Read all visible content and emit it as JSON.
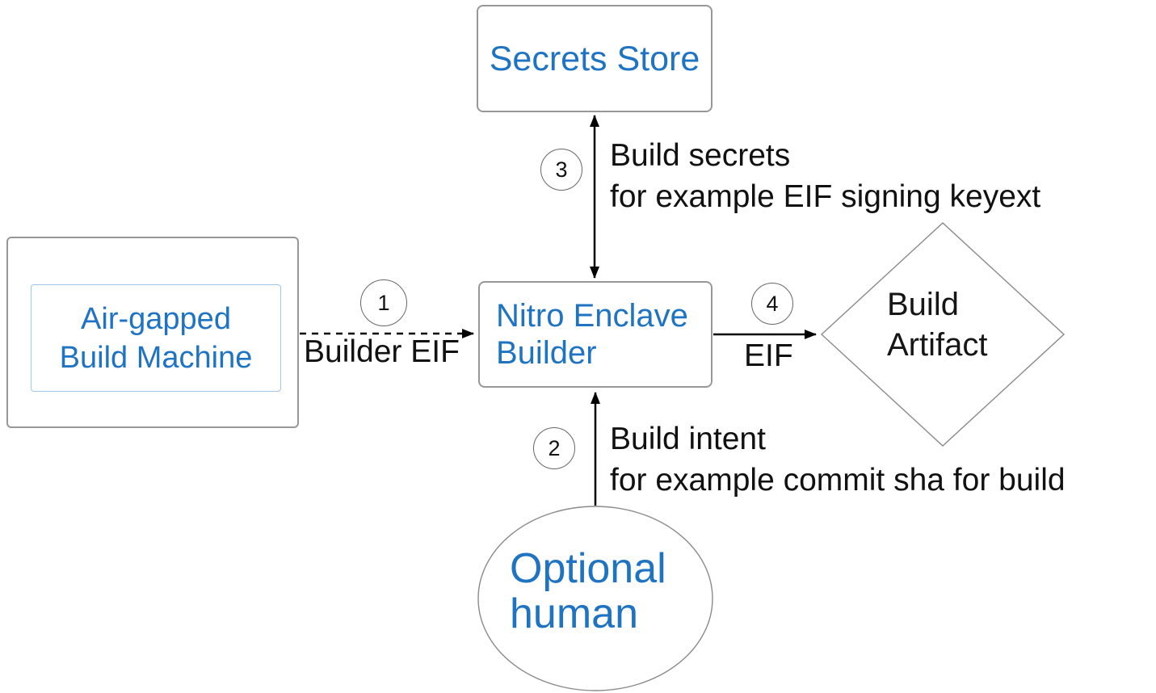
{
  "diagram": {
    "nodes": {
      "secrets_store": {
        "label": "Secrets Store",
        "shape": "rounded-rect"
      },
      "air_gapped": {
        "label": "Air-gapped\nBuild Machine",
        "shape": "nested-rect"
      },
      "nitro_builder": {
        "label": "Nitro Enclave\nBuilder",
        "shape": "rounded-rect"
      },
      "build_artifact": {
        "label": "Build\nArtifact",
        "shape": "diamond"
      },
      "optional_human": {
        "label": "Optional\nhuman",
        "shape": "ellipse"
      }
    },
    "edges": [
      {
        "number": "1",
        "label": "Builder EIF",
        "from": "air_gapped",
        "to": "nitro_builder",
        "style": "dashed",
        "direction": "one-way"
      },
      {
        "number": "2",
        "label": "Build intent\nfor example commit sha for build",
        "from": "optional_human",
        "to": "nitro_builder",
        "style": "solid",
        "direction": "one-way"
      },
      {
        "number": "3",
        "label": "Build secrets\nfor example EIF signing keyext",
        "from": "nitro_builder",
        "to": "secrets_store",
        "style": "solid",
        "direction": "two-way"
      },
      {
        "number": "4",
        "label": "EIF",
        "from": "nitro_builder",
        "to": "build_artifact",
        "style": "solid",
        "direction": "one-way"
      }
    ],
    "colors": {
      "node_text_blue": "#1f73c3",
      "label_text_black": "#111111",
      "box_border_gray": "#979797",
      "shape_stroke_gray": "#8a8a8a",
      "inner_border_blue": "#9fc5e8",
      "connector_black": "#000000",
      "background": "#ffffff"
    }
  }
}
